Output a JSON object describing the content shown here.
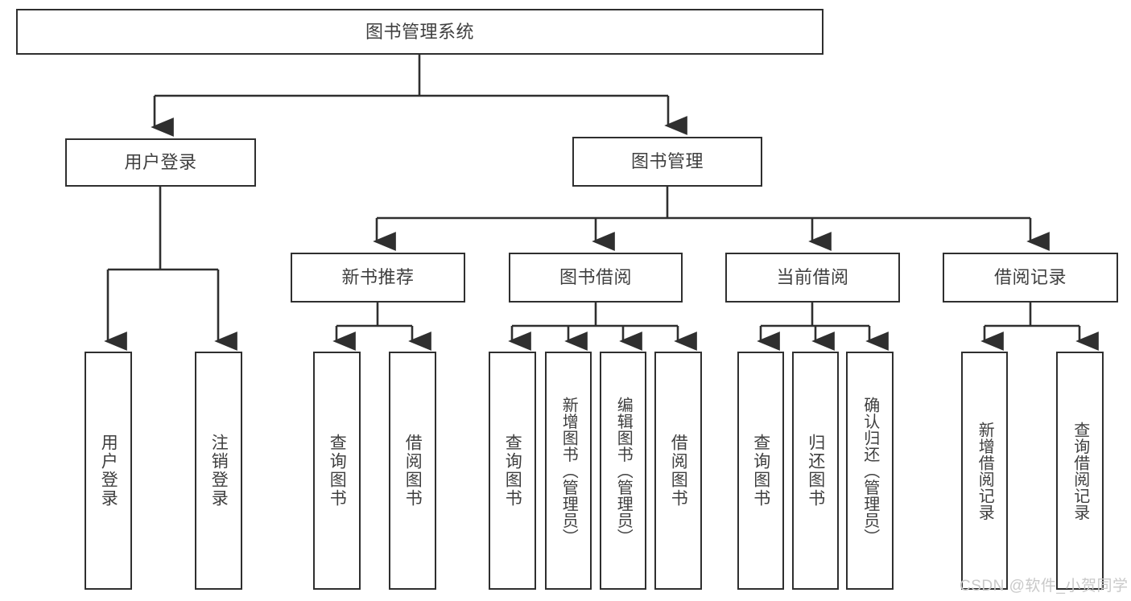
{
  "diagram": {
    "title_node": {
      "label": "图书管理系统"
    },
    "level2": [
      {
        "id": "user-login",
        "label": "用户登录"
      },
      {
        "id": "book-management",
        "label": "图书管理"
      }
    ],
    "level3": [
      {
        "id": "new-book-recommend",
        "label": "新书推荐"
      },
      {
        "id": "book-borrow",
        "label": "图书借阅"
      },
      {
        "id": "current-borrow",
        "label": "当前借阅"
      },
      {
        "id": "borrow-record",
        "label": "借阅记录"
      }
    ],
    "leaves": [
      {
        "id": "leaf-user-login",
        "label": "用户登录",
        "parent": "user-login"
      },
      {
        "id": "leaf-logout",
        "label": "注销登录",
        "parent": "user-login"
      },
      {
        "id": "leaf-query-book-1",
        "label": "查询图书",
        "parent": "new-book-recommend"
      },
      {
        "id": "leaf-borrow-book-1",
        "label": "借阅图书",
        "parent": "new-book-recommend"
      },
      {
        "id": "leaf-query-book-2",
        "label": "查询图书",
        "parent": "book-borrow"
      },
      {
        "id": "leaf-add-book",
        "label": "新增图书（管理员）",
        "parent": "book-borrow"
      },
      {
        "id": "leaf-edit-book",
        "label": "编辑图书（管理员）",
        "parent": "book-borrow"
      },
      {
        "id": "leaf-borrow-book-2",
        "label": "借阅图书",
        "parent": "book-borrow"
      },
      {
        "id": "leaf-query-book-3",
        "label": "查询图书",
        "parent": "current-borrow"
      },
      {
        "id": "leaf-return-book",
        "label": "归还图书",
        "parent": "current-borrow"
      },
      {
        "id": "leaf-confirm-return",
        "label": "确认归还（管理员）",
        "parent": "current-borrow"
      },
      {
        "id": "leaf-add-record",
        "label": "新增借阅记录",
        "parent": "borrow-record"
      },
      {
        "id": "leaf-query-record",
        "label": "查询借阅记录",
        "parent": "borrow-record"
      }
    ],
    "watermark": "CSDN @软件_小贺同学",
    "colors": {
      "stroke": "#2f2f2f",
      "text": "#3f3f3f",
      "background": "#ffffff",
      "watermark": "#c9c9c9"
    }
  }
}
